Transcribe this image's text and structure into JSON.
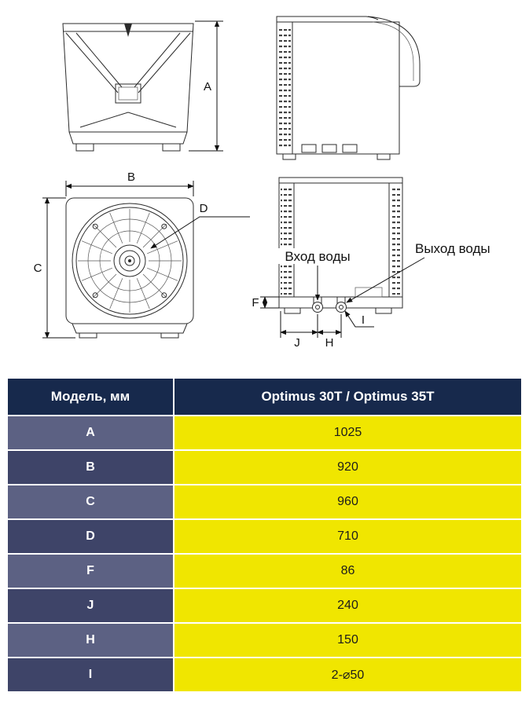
{
  "diagram": {
    "dim_labels": {
      "a": "A",
      "b": "B",
      "c": "C",
      "d": "D",
      "f": "F",
      "j": "J",
      "h": "H",
      "i": "I"
    },
    "water_inlet_label": "Вход воды",
    "water_outlet_label": "Выход воды"
  },
  "table": {
    "header": {
      "model_label": "Модель, мм",
      "model_value": "Optimus 30T / Optimus 35T"
    },
    "rows": [
      {
        "dim": "A",
        "value": "1025"
      },
      {
        "dim": "B",
        "value": "920"
      },
      {
        "dim": "C",
        "value": "960"
      },
      {
        "dim": "D",
        "value": "710"
      },
      {
        "dim": "F",
        "value": "86"
      },
      {
        "dim": "J",
        "value": "240"
      },
      {
        "dim": "H",
        "value": "150"
      },
      {
        "dim": "I",
        "value": "2-⌀50"
      }
    ]
  },
  "colors": {
    "header_bg": "#17294c",
    "label_row_light": "#5c6183",
    "label_row_dark": "#3e4468",
    "value_bg": "#f0e600"
  }
}
